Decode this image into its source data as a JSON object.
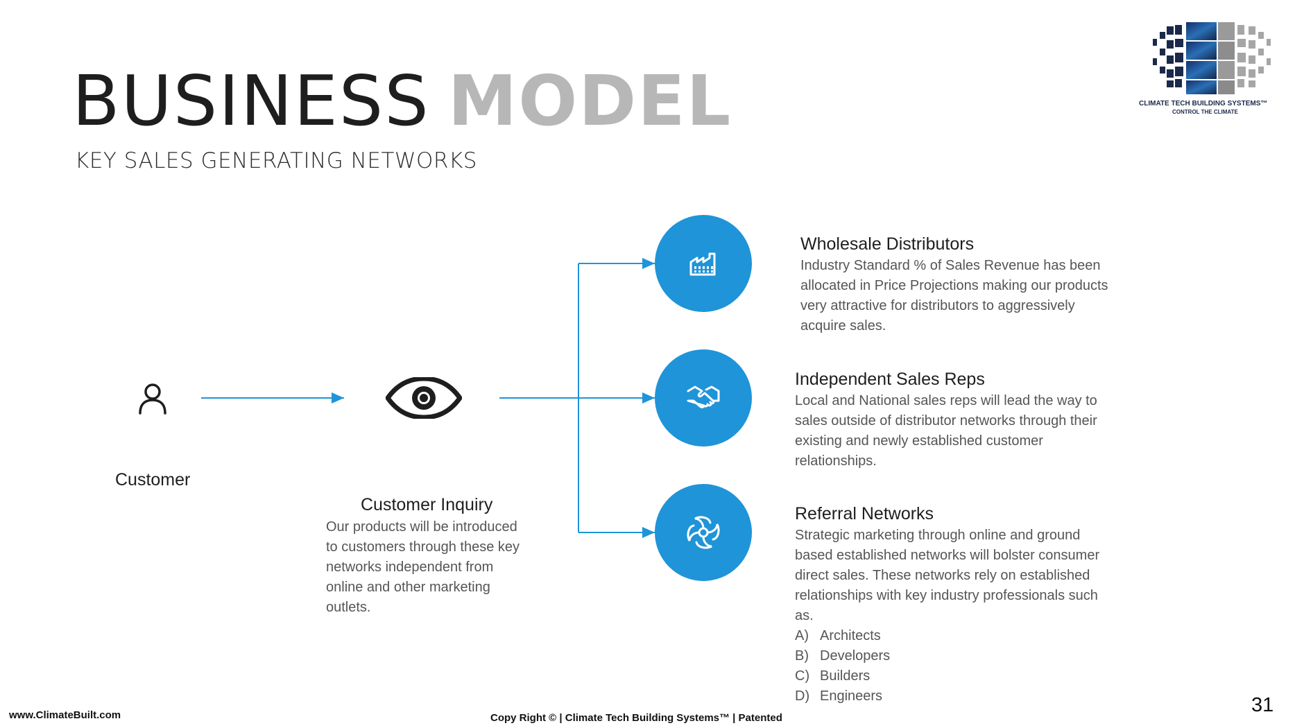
{
  "header": {
    "title_part1": "BUSINESS",
    "title_part2": "MODEL",
    "subtitle": "KEY SALES GENERATING NETWORKS"
  },
  "logo": {
    "icon": "building-cube-logo",
    "caption_line1": "CLIMATE TECH BUILDING SYSTEMS™",
    "caption_line2": "CONTROL THE CLIMATE"
  },
  "flow": {
    "customer": {
      "icon": "person-icon",
      "label": "Customer"
    },
    "inquiry": {
      "icon": "eye-icon",
      "label": "Customer Inquiry",
      "description_lines": [
        "Our products will be introduced",
        "to customers through these key",
        "networks independent from",
        "online and other marketing",
        "outlets."
      ]
    }
  },
  "networks": [
    {
      "icon": "factory-icon",
      "title": "Wholesale Distributors",
      "description_lines": [
        "Industry Standard % of Sales Revenue has been",
        "allocated in Price Projections making our products",
        "very attractive for distributors to aggressively",
        "acquire sales."
      ]
    },
    {
      "icon": "handshake-icon",
      "title": "Independent Sales Reps",
      "description_lines": [
        "Local and National sales reps will lead the way to",
        "sales outside of distributor networks through their",
        "existing and newly established customer",
        "relationships."
      ]
    },
    {
      "icon": "network-swirl-icon",
      "title": "Referral Networks",
      "description_lines": [
        "Strategic marketing through online and ground",
        "based established networks will bolster consumer",
        "direct sales. These networks rely on established",
        "relationships with key industry professionals such",
        "as."
      ],
      "list": [
        {
          "letter": "A)",
          "text": "Architects"
        },
        {
          "letter": "B)",
          "text": "Developers"
        },
        {
          "letter": "C)",
          "text": "Builders"
        },
        {
          "letter": "D)",
          "text": "Engineers"
        }
      ]
    }
  ],
  "footer": {
    "website": "www.ClimateBuilt.com",
    "copyright": "Copy Right © | Climate Tech Building Systems™ | Patented",
    "page_number": "31"
  },
  "colors": {
    "accent": "#1f94d8",
    "title_dark": "#1e1e1e",
    "title_light": "#b7b7b7",
    "body_text": "#555555"
  }
}
